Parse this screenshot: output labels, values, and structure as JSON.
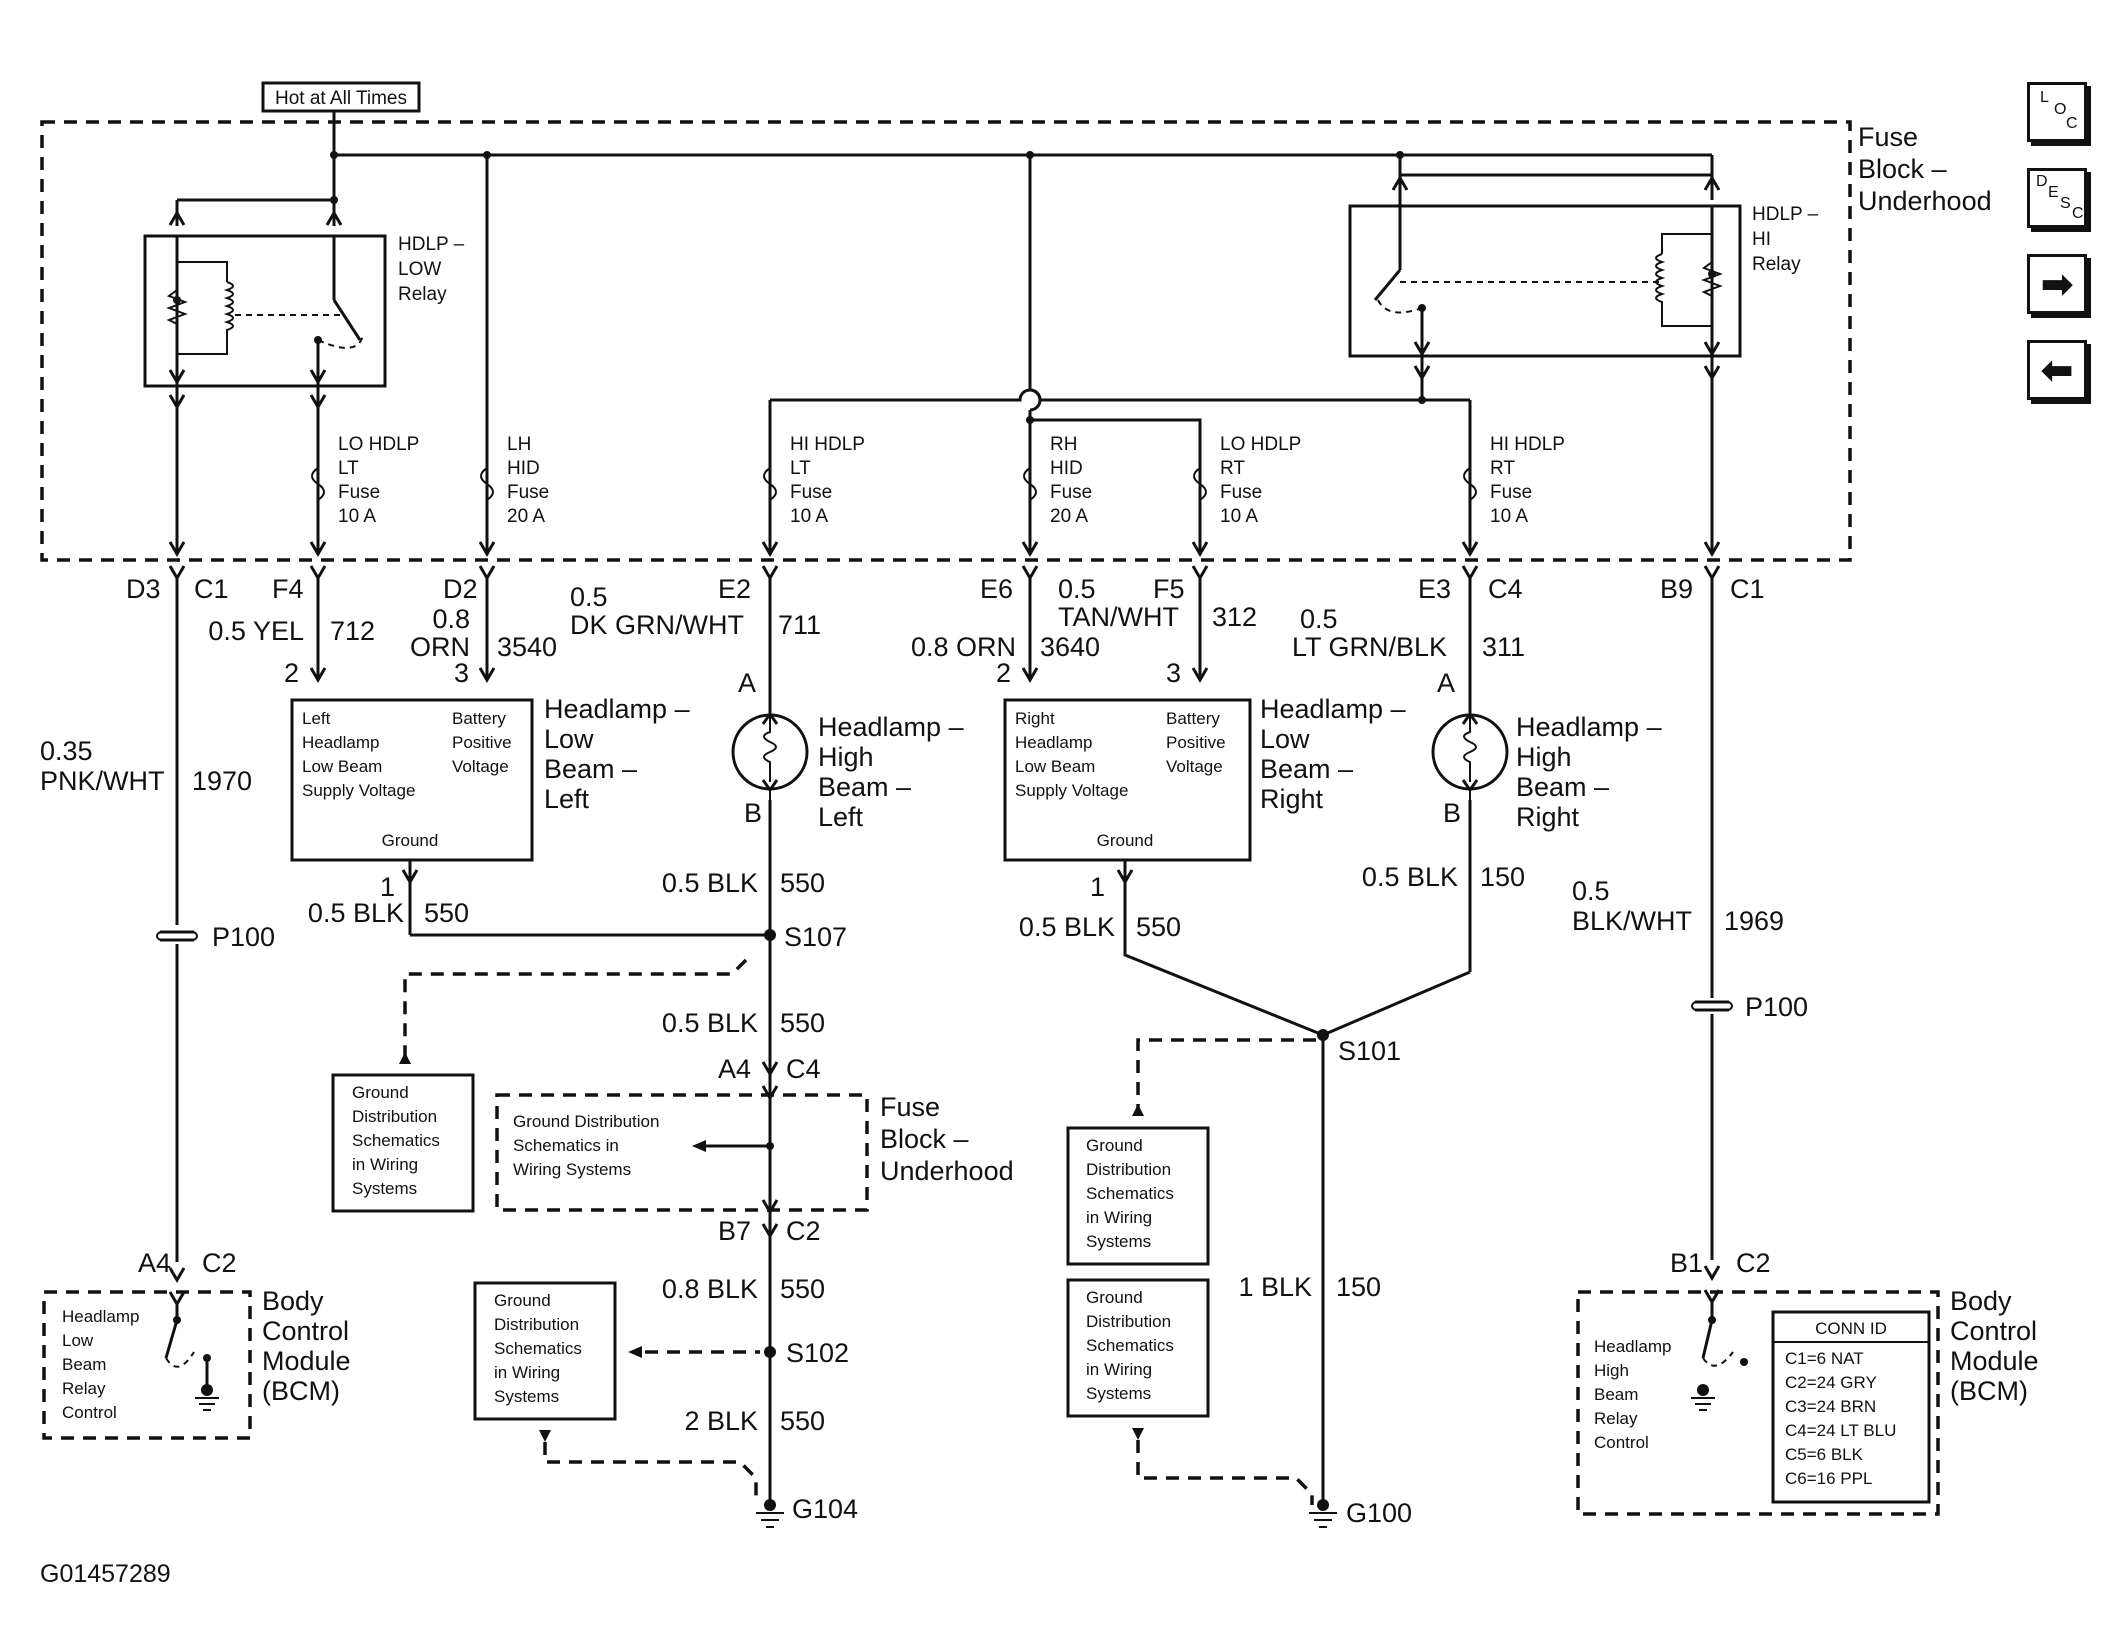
{
  "hot_label": "Hot at All Times",
  "fuse_block_title": [
    "Fuse",
    "Block –",
    "Underhood"
  ],
  "relay_low": [
    "HDLP –",
    "LOW",
    "Relay"
  ],
  "relay_hi": [
    "HDLP –",
    "HI",
    "Relay"
  ],
  "fuses": [
    {
      "lines": [
        "LO HDLP",
        "LT",
        "Fuse",
        "10 A"
      ]
    },
    {
      "lines": [
        "LH",
        "HID",
        "Fuse",
        "20 A"
      ]
    },
    {
      "lines": [
        "HI HDLP",
        "LT",
        "Fuse",
        "10 A"
      ]
    },
    {
      "lines": [
        "RH",
        "HID",
        "Fuse",
        "20 A"
      ]
    },
    {
      "lines": [
        "LO HDLP",
        "RT",
        "Fuse",
        "10 A"
      ]
    },
    {
      "lines": [
        "HI HDLP",
        "RT",
        "Fuse",
        "10 A"
      ]
    }
  ],
  "connectors": {
    "d3": "D3",
    "c1a": "C1",
    "f4": "F4",
    "d2": "D2",
    "e2": "E2",
    "e6": "E6",
    "f5": "F5",
    "e3": "E3",
    "c4a": "C4",
    "b9": "B9",
    "c1b": "C1",
    "a4a": "A4",
    "c4b": "C4",
    "b7": "B7",
    "c2a": "C2",
    "a4b": "A4",
    "c2b": "C2",
    "b1": "B1",
    "c2c": "C2"
  },
  "wires": {
    "w712_size": "0.5 YEL",
    "w712_num": "712",
    "w3540_size_a": "0.8",
    "w3540_size_b": "ORN",
    "w3540_num": "3540",
    "w711_size_a": "0.5",
    "w711_size_b": "DK GRN/WHT",
    "w711_num": "711",
    "w3640_size": "0.8 ORN",
    "w3640_num": "3640",
    "w312_size_a": "0.5",
    "w312_size_b": "TAN/WHT",
    "w312_num": "312",
    "w311_size_a": "0.5",
    "w311_size_b": "LT GRN/BLK",
    "w311_num": "311",
    "w1970_size_a": "0.35",
    "w1970_size_b": "PNK/WHT",
    "w1970_num": "1970",
    "w1969_size_a": "0.5",
    "w1969_size_b": "BLK/WHT",
    "w1969_num": "1969",
    "w550a_size": "0.5 BLK",
    "w550a_num": "550",
    "w550b_size": "0.5 BLK",
    "w550b_num": "550",
    "w550c_size": "0.5 BLK",
    "w550c_num": "550",
    "w550d_size": "0.8 BLK",
    "w550d_num": "550",
    "w550e_size": "2 BLK",
    "w550e_num": "550",
    "w550f_size": "0.5 BLK",
    "w550f_num": "550",
    "w150a_size": "0.5 BLK",
    "w150a_num": "150",
    "w150b_size": "1 BLK",
    "w150b_num": "150"
  },
  "pins": {
    "p2a": "2",
    "p3a": "3",
    "p2b": "2",
    "p3b": "3",
    "pAa": "A",
    "pBa": "B",
    "pAb": "A",
    "pBb": "B",
    "p1a": "1",
    "p1b": "1"
  },
  "low_left_box": {
    "lines_left": [
      "Left",
      "Headlamp",
      "Low Beam",
      "Supply Voltage"
    ],
    "lines_right": [
      "Battery",
      "Positive",
      "Voltage"
    ],
    "ground": "Ground"
  },
  "low_right_box": {
    "lines_left": [
      "Right",
      "Headlamp",
      "Low Beam",
      "Supply Voltage"
    ],
    "lines_right": [
      "Battery",
      "Positive",
      "Voltage"
    ],
    "ground": "Ground"
  },
  "component_labels": {
    "low_left": [
      "Headlamp –",
      "Low",
      "Beam –",
      "Left"
    ],
    "high_left": [
      "Headlamp –",
      "High",
      "Beam –",
      "Left"
    ],
    "low_right": [
      "Headlamp –",
      "Low",
      "Beam –",
      "Right"
    ],
    "high_right": [
      "Headlamp –",
      "High",
      "Beam –",
      "Right"
    ]
  },
  "splices": {
    "s107": "S107",
    "s101": "S101",
    "s102": "S102",
    "p100a": "P100",
    "p100b": "P100",
    "g104": "G104",
    "g100": "G100"
  },
  "ground_dist": [
    "Ground",
    "Distribution",
    "Schematics",
    "in Wiring",
    "Systems"
  ],
  "ground_dist_inline": [
    "Ground Distribution",
    "Schematics in",
    "Wiring Systems"
  ],
  "fuse_block_lower": [
    "Fuse",
    "Block –",
    "Underhood"
  ],
  "bcm_left": {
    "lines": [
      "Headlamp",
      "Low",
      "Beam",
      "Relay",
      "Control"
    ],
    "title": [
      "Body",
      "Control",
      "Module",
      "(BCM)"
    ]
  },
  "bcm_right": {
    "lines": [
      "Headlamp",
      "High",
      "Beam",
      "Relay",
      "Control"
    ],
    "title": [
      "Body",
      "Control",
      "Module",
      "(BCM)"
    ]
  },
  "conn_id": {
    "header": "CONN ID",
    "rows": [
      "C1=6 NAT",
      "C2=24 GRY",
      "C3=24 BRN",
      "C4=24 LT BLU",
      "C5=6 BLK",
      "C6=16 PPL"
    ]
  },
  "figure_id": "G01457289",
  "nav": {
    "loc": [
      "L",
      "O",
      "C"
    ],
    "desc": [
      "D",
      "E",
      "S",
      "C"
    ],
    "next": "➡",
    "prev": "⬅"
  }
}
